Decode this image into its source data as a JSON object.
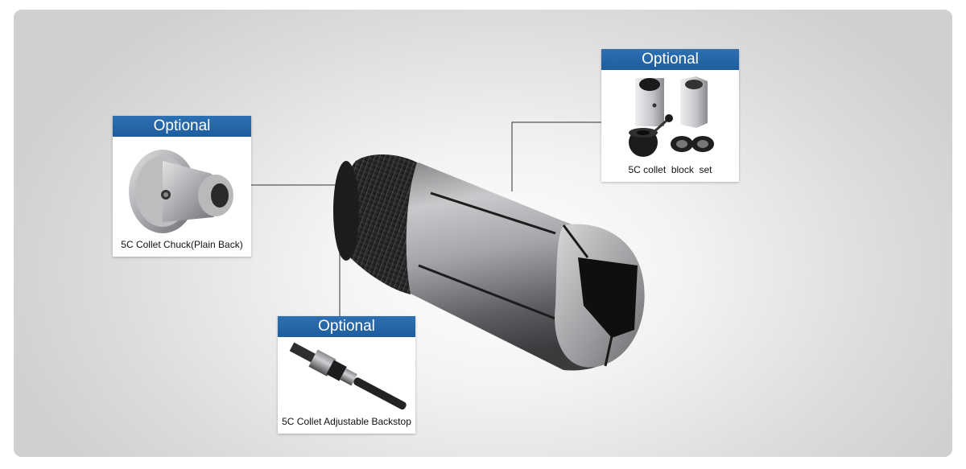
{
  "cards": {
    "chuck": {
      "badge": "Optional",
      "caption": "5C Collet Chuck(Plain Back)"
    },
    "block": {
      "badge": "Optional",
      "caption": "5C collet  block  set"
    },
    "backstop": {
      "badge": "Optional",
      "caption": "5C Collet Adjustable Backstop"
    }
  },
  "colors": {
    "badge": "#1f5d9c",
    "background_center": "#ffffff",
    "background_edge": "#d0d0d0",
    "connector": "#333333"
  },
  "main_product": {
    "icon": "5c-collet-image"
  }
}
